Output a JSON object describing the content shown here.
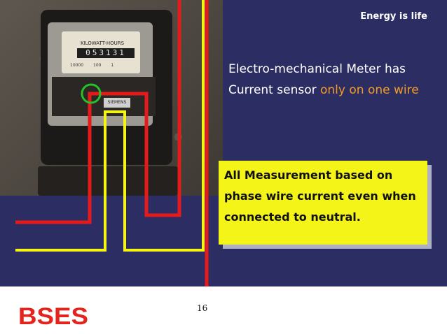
{
  "header": {
    "tagline": "Energy is life"
  },
  "meter_photo": {
    "dial_title": "KILOWATT-HOURS",
    "dial_digits": "053131",
    "dial_scale": [
      "10000",
      "100",
      "1"
    ],
    "brand": "SIEMENS"
  },
  "note": {
    "line_before": "Electro-mechanical Meter  has Current sensor ",
    "highlight": "only on one wire"
  },
  "callout": {
    "text": "All Measurement based on phase wire current even when connected to neutral."
  },
  "footer": {
    "logo_text": "BSES",
    "page_number": "16"
  },
  "colors": {
    "slide_background": "#2c2d63",
    "phase_wire": "#e51b1b",
    "neutral_wire": "#f4f418",
    "sensor_circle": "#25c12a",
    "highlight": "#f39c25",
    "callout_background": "#f4f418",
    "logo": "#e4231c"
  }
}
